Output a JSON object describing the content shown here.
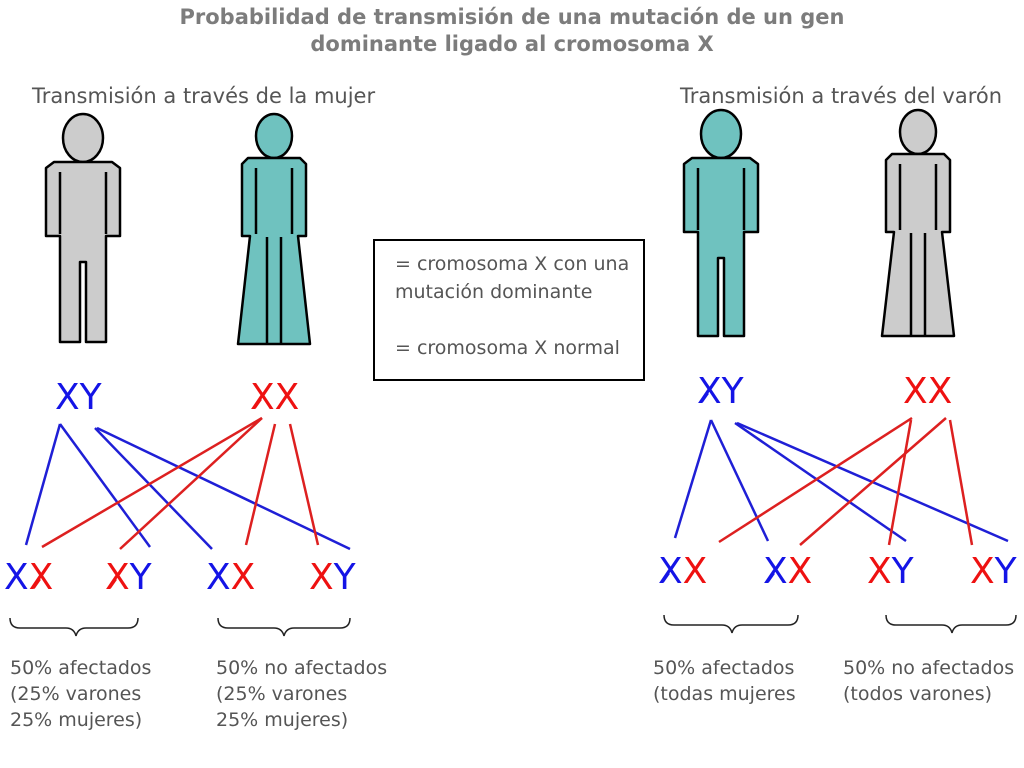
{
  "title": {
    "line1": "Probabilidad de transmisión de una mutación de un gen",
    "line2": "dominante ligado al cromosoma X"
  },
  "left": {
    "heading": "Transmisión a través de la mujer",
    "father_genotype": [
      "X",
      "Y"
    ],
    "mother_genotype": [
      "X",
      "X"
    ],
    "offspring": [
      [
        "X",
        "X"
      ],
      [
        "X",
        "Y"
      ],
      [
        "X",
        "X"
      ],
      [
        "X",
        "Y"
      ]
    ],
    "group1": {
      "line1": "50% afectados",
      "line2": "(25% varones",
      "line3": "25% mujeres)"
    },
    "group2": {
      "line1": "50% no afectados",
      "line2": "(25% varones",
      "line3": "25% mujeres)"
    }
  },
  "right": {
    "heading": "Transmisión a través del varón",
    "father_genotype": [
      "X",
      "Y"
    ],
    "mother_genotype": [
      "X",
      "X"
    ],
    "offspring": [
      [
        "X",
        "X"
      ],
      [
        "X",
        "X"
      ],
      [
        "X",
        "Y"
      ],
      [
        "X",
        "Y"
      ]
    ],
    "group1": {
      "line1": "50% afectados",
      "line2": "(todas mujeres"
    },
    "group2": {
      "line1": "50% no afectados",
      "line2": "(todos varones)"
    }
  },
  "legend": {
    "mutated_line1": "= cromosoma X con una",
    "mutated_line2": "mutación dominante",
    "normal": "= cromosoma X normal"
  },
  "colors": {
    "father_chromosomes": "#1414e6",
    "mother_chromosomes": "#ee1111",
    "affected_figure": "#6fc2bf",
    "unaffected_figure": "#cccccc"
  }
}
